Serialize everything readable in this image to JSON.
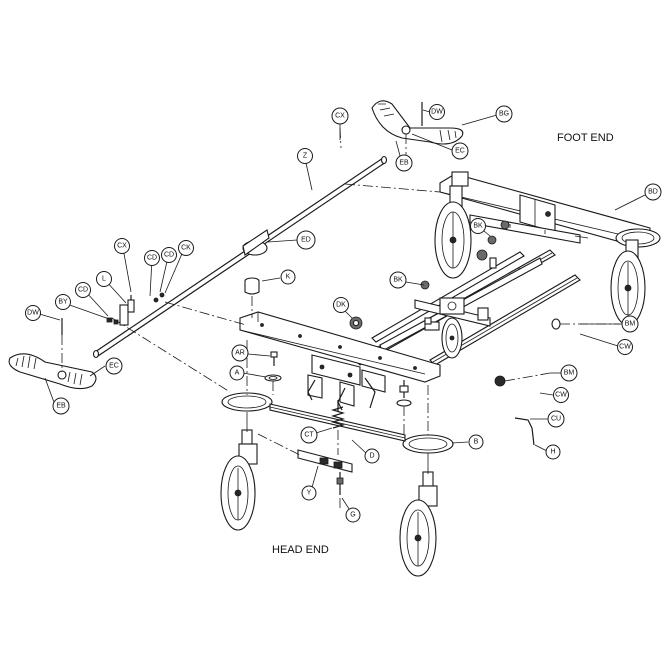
{
  "region_labels": {
    "foot_end": "FOOT END",
    "head_end": "HEAD END"
  },
  "callouts": {
    "dw_top": "DW",
    "bg": "BG",
    "ec_top": "EC",
    "eb_top": "EB",
    "cx_top": "CX",
    "z": "Z",
    "bd": "BD",
    "bk_upper": "BK",
    "bk_lower": "BK",
    "ed": "ED",
    "cx_left": "CX",
    "cd_1": "CD",
    "cd_2": "CD",
    "ck": "CK",
    "l": "L",
    "cd_3": "CD",
    "by": "BY",
    "dw_left": "DW",
    "ec_left": "EC",
    "eb_left": "EB",
    "k": "K",
    "dk": "DK",
    "bm_upper": "BM",
    "cw_upper": "CW",
    "ar": "AR",
    "a": "A",
    "bm_lower": "BM",
    "cw_lower": "CW",
    "cu": "CU",
    "h": "H",
    "ct": "CT",
    "b": "B",
    "d": "D",
    "y": "Y",
    "g": "G"
  }
}
